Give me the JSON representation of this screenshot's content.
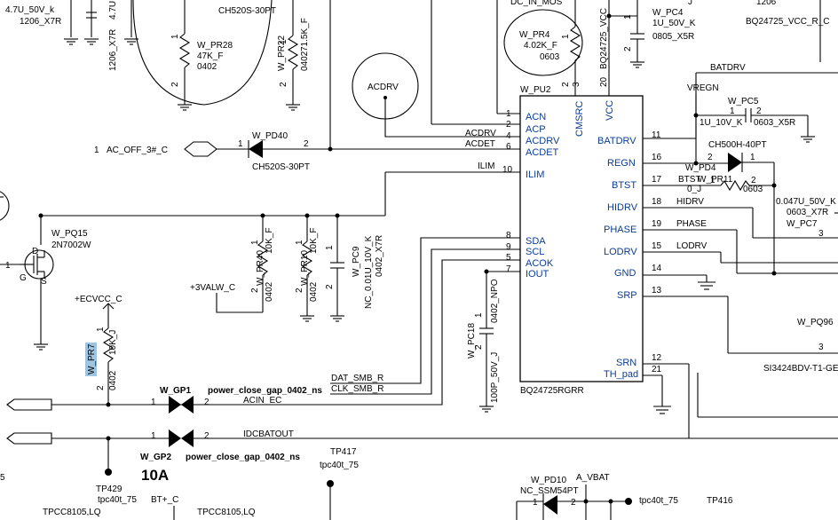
{
  "ic": {
    "ref": "W_PU2",
    "part": "BQ24725RGRR",
    "pins_left": [
      {
        "name": "ACN",
        "num": "1"
      },
      {
        "name": "ACP",
        "num": "2"
      },
      {
        "name": "ACDRV",
        "num": "4"
      },
      {
        "name": "ACDET",
        "num": "6"
      },
      {
        "name": "ILIM",
        "num": "10"
      },
      {
        "name": "SDA",
        "num": "8"
      },
      {
        "name": "SCL",
        "num": "9"
      },
      {
        "name": "ACOK",
        "num": "5"
      },
      {
        "name": "IOUT",
        "num": "7"
      }
    ],
    "pins_top": [
      {
        "name": "CMSRC",
        "num": "3"
      },
      {
        "name": "VCC",
        "num": "20"
      }
    ],
    "pins_right": [
      {
        "name": "BATDRV",
        "num": "11"
      },
      {
        "name": "REGN",
        "num": "16"
      },
      {
        "name": "BTST",
        "num": "17"
      },
      {
        "name": "HIDRV",
        "num": "18"
      },
      {
        "name": "PHASE",
        "num": "19"
      },
      {
        "name": "LODRV",
        "num": "15"
      },
      {
        "name": "GND",
        "num": "14"
      },
      {
        "name": "SRP",
        "num": "13"
      },
      {
        "name": "SRN",
        "num": "12"
      },
      {
        "name": "TH_pad",
        "num": "21"
      }
    ]
  },
  "nets": {
    "dc_in_mos": "DC_IN_MOS",
    "bq_vcc": "BQ24725_VCC",
    "batdrv": "BATDRV",
    "vregn": "VREGN",
    "acdrv": "ACDRV",
    "acdet": "ACDET",
    "ilim": "ILIM",
    "btst": "BTST",
    "hidrv": "HIDRV",
    "phase": "PHASE",
    "lodrv": "LODRV",
    "dat_smb": "DAT_SMB_R",
    "clk_smb": "CLK_SMB_R",
    "acin_ec": "ACIN_EC",
    "idcbatout": "IDCBATOUT",
    "ac_off": "AC_OFF_3#_C",
    "ac_off_num": "1",
    "three_valw": "+3VALW_C",
    "ecvcc": "+ECVCC_C",
    "a_vbat": "A_VBAT",
    "bt_plus": "BT+_C"
  },
  "components": {
    "cap_tl_1": "4.7U_50V_k",
    "cap_tl_2": "1206_X7R",
    "cap_tl_3": "1206_X7R",
    "cap_tl_4": "4.7U",
    "diode_top_part": "CH520S-30PT",
    "pr28_ref": "W_PR28",
    "pr28_val": "47K_F",
    "pr28_pkg": "0402",
    "pr22_ref": "W_PR22",
    "pr22_val": "71.5K_F",
    "pr22_pkg": "0402",
    "pr4_ref": "W_PR4",
    "pr4_val": "4.02K_F",
    "pr4_pkg": "0603",
    "acdrv_circle": "ACDRV",
    "pc4_ref": "W_PC4",
    "pc4_val": "1U_50V_K",
    "pc4_pkg": "0805_X5R",
    "bq_vcc_rc": "BQ24725_VCC_R_C",
    "tr_1206": "1206",
    "tr_j": "J",
    "pc5_ref": "W_PC5",
    "pc5_val": "1U_10V_K",
    "pc5_pkg": "0603_X5R",
    "pd40_ref": "W_PD40",
    "pd40_part": "CH520S-30PT",
    "pd4_ref": "W_PD4",
    "pd4_part": "CH500H-40PT",
    "pr11_ref": "W_PR11",
    "pr11_val": "0_J",
    "pr11_pkg": "0603",
    "pc7_val": "0.047U_50V_K",
    "pc7_pkg": "0603_X7R",
    "pc7_ref": "W_PC7",
    "pq15_ref": "W_PQ15",
    "pq15_part": "2N7002W",
    "pr40_ref": "W_PR40",
    "pr40_val": "10K_F",
    "pr40_pkg": "0402",
    "pr10_ref": "W_PR10",
    "pr10_val": "10K_F",
    "pr10_pkg": "0402",
    "pc9_ref": "W_PC9",
    "pc9_val": "NC_0.01U_10V_K",
    "pc9_pkg": "0402_X7R",
    "pr7_ref": "W_PR7",
    "pr7_val": "10K_J",
    "pr7_pkg": "0402",
    "pc18_ref": "W_PC18",
    "pc18_val": "100P_50V_J",
    "pc18_pkg": "0402_NPO",
    "pq96_ref": "W_PQ96",
    "pq96_part": "SI3424BDV-T1-GE",
    "gp1_ref": "W_GP1",
    "gp1_part": "power_close_gap_0402_ns",
    "gp2_ref": "W_GP2",
    "gp2_part": "power_close_gap_0402_ns",
    "gp_rating": "10A",
    "pd10_ref": "W_PD10",
    "pd10_part": "NC_SSM54PT",
    "tp417_ref": "TP417",
    "tp417_part": "tpc40t_75",
    "tp429_ref": "TP429",
    "tp429_part": "tpc40t_75",
    "tp416_ref": "TP416",
    "tp416_part": "tpc40t_75",
    "tpcc_1": "TPCC8105,LQ",
    "tpcc_2": "TPCC8105,LQ",
    "q_g": "G",
    "q_d": "D",
    "q_s": "S",
    "n_1": "1",
    "n_2": "2",
    "n_3": "3",
    "n_5": "5",
    "n_j": "J"
  }
}
